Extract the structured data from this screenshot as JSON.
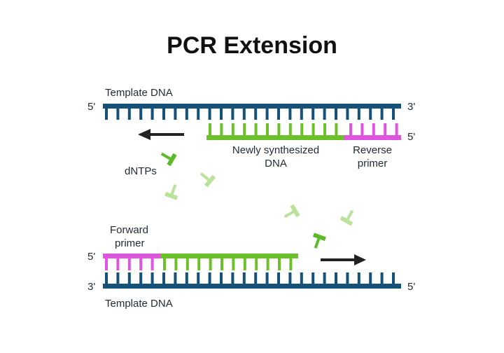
{
  "title": "PCR Extension",
  "top": {
    "strand_label": "Template DNA",
    "left_end": "5'",
    "right_end": "3'",
    "primer_end": "5'",
    "new_dna_label_line1": "Newly synthesized",
    "new_dna_label_line2": "DNA",
    "primer_label_line1": "Reverse",
    "primer_label_line2": "primer"
  },
  "bottom": {
    "strand_label": "Template DNA",
    "left_end": "3'",
    "right_end": "5'",
    "primer_end": "5'",
    "primer_label_line1": "Forward",
    "primer_label_line2": "primer"
  },
  "dntps_label": "dNTPs",
  "colors": {
    "template": "#14527a",
    "new_dna": "#6cc12a",
    "primer": "#e055e0",
    "dntp_dark": "#5cba2a",
    "dntp_light": "#b9e29a",
    "arrow": "#222222"
  }
}
